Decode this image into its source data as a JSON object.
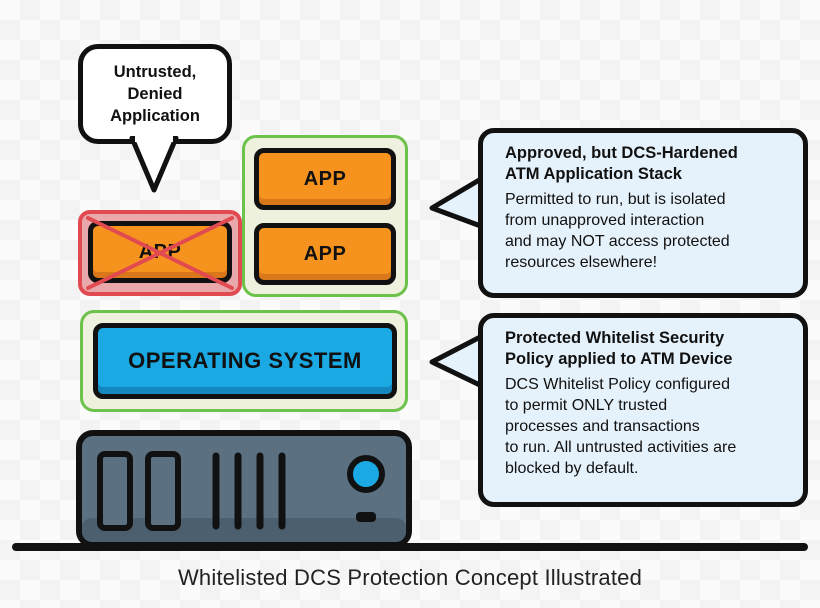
{
  "bubble": {
    "text": "Untrusted,\nDenied\nApplication"
  },
  "apps": {
    "denied_label": "APP",
    "approved_top_label": "APP",
    "approved_bottom_label": "APP"
  },
  "os": {
    "label": "OPERATING SYSTEM"
  },
  "cards": [
    {
      "title": "Approved, but DCS-Hardened\nATM Application Stack",
      "body": "Permitted to run, but is isolated\nfrom unapproved interaction\nand may NOT access protected\nresources elsewhere!"
    },
    {
      "title": "Protected Whitelist Security\nPolicy applied to ATM Device",
      "body": "DCS Whitelist Policy configured\nto permit ONLY trusted\nprocesses and transactions\nto run. All untrusted activities are\nblocked by default."
    }
  ],
  "caption": "Whitelisted DCS Protection Concept Illustrated",
  "colors": {
    "app_orange": "#f6931e",
    "os_blue": "#1aa9e3",
    "server_gray": "#5b7182",
    "deny_red": "#e04a50",
    "allow_green": "#6cc24a",
    "card_bg": "#e6f2fb"
  }
}
